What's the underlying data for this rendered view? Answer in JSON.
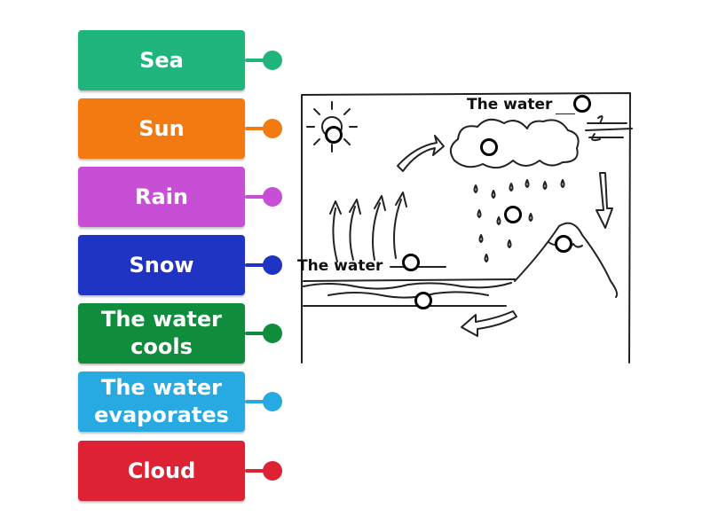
{
  "labels": [
    {
      "text": "Sea",
      "color": "#21b57e"
    },
    {
      "text": "Sun",
      "color": "#f27a10"
    },
    {
      "text": "Rain",
      "color": "#c64fd6"
    },
    {
      "text": "Snow",
      "color": "#2034c4"
    },
    {
      "text": "The water cools",
      "color": "#0f8c3c"
    },
    {
      "text": "The water evaporates",
      "color": "#27a9e1"
    },
    {
      "text": "Cloud",
      "color": "#dd2234"
    }
  ],
  "diagram": {
    "text_top": "The water",
    "text_left": "The water"
  }
}
